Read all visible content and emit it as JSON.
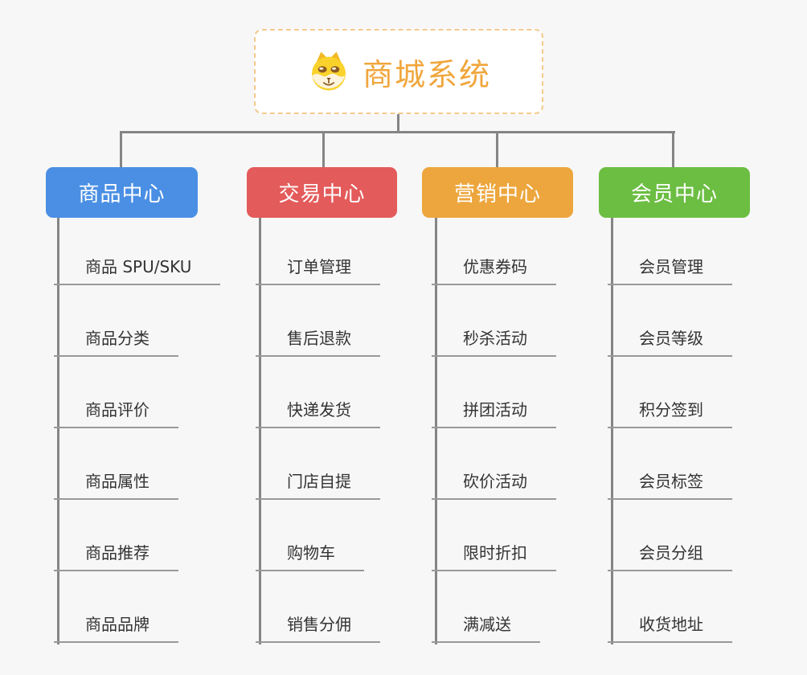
{
  "root": {
    "title": "商城系统",
    "icon": "doge-icon"
  },
  "colors": {
    "background": "#f7f7f7",
    "line": "#858585",
    "underline": "#999999",
    "item-text": "#333333",
    "root-text": "#f0a63c",
    "root-border": "#f3ca8e",
    "node-text": "#ffffff"
  },
  "columns": [
    {
      "title": "商品中心",
      "color": "#4a8fe4",
      "items": [
        "商品 SPU/SKU",
        "商品分类",
        "商品评价",
        "商品属性",
        "商品推荐",
        "商品品牌"
      ]
    },
    {
      "title": "交易中心",
      "color": "#e45b5b",
      "items": [
        "订单管理",
        "售后退款",
        "快递发货",
        "门店自提",
        "购物车",
        "销售分佣"
      ]
    },
    {
      "title": "营销中心",
      "color": "#eda63d",
      "items": [
        "优惠券码",
        "秒杀活动",
        "拼团活动",
        "砍价活动",
        "限时折扣",
        "满减送"
      ]
    },
    {
      "title": "会员中心",
      "color": "#6cbe43",
      "items": [
        "会员管理",
        "会员等级",
        "积分签到",
        "会员标签",
        "会员分组",
        "收货地址"
      ]
    }
  ]
}
